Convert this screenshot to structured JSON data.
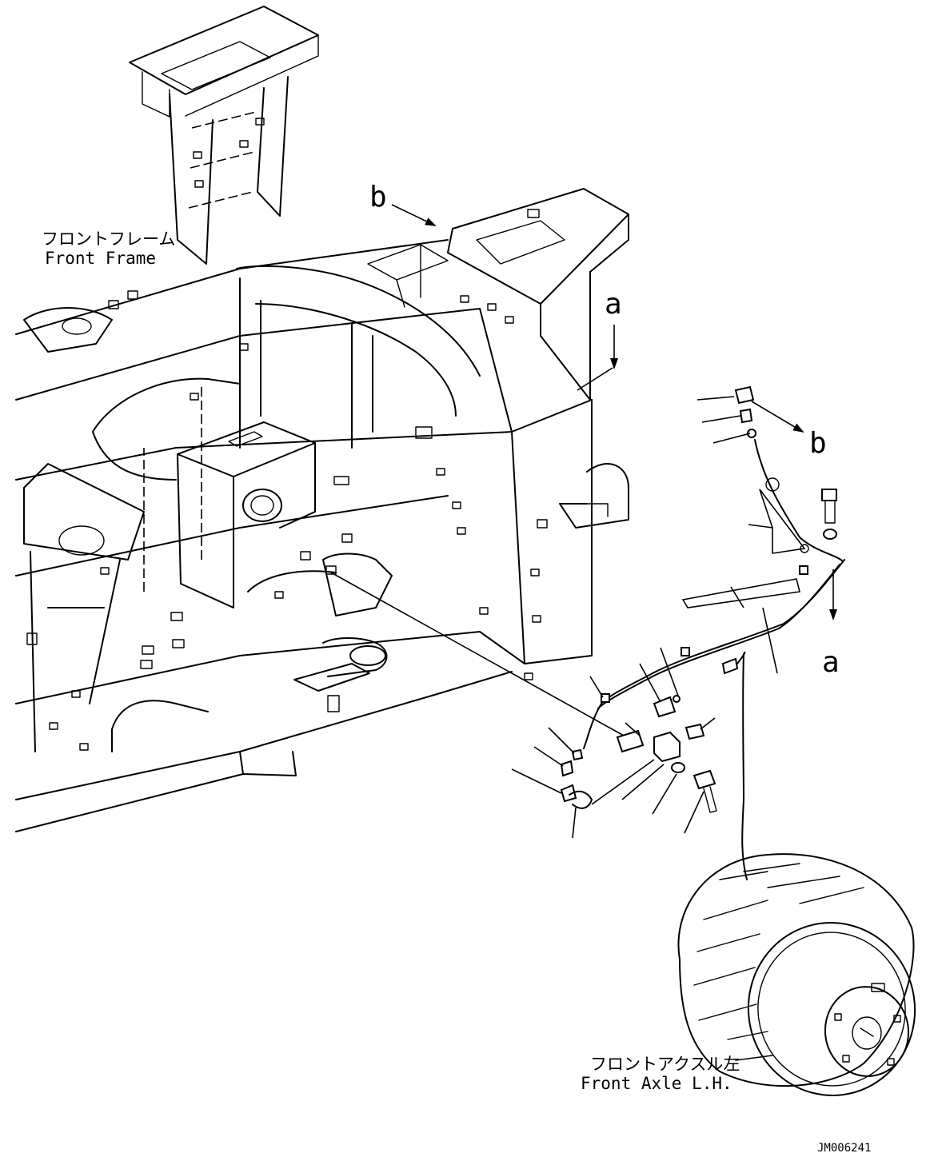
{
  "labels": {
    "front_frame_jp": "フロントフレーム",
    "front_frame_en": "Front Frame",
    "front_axle_jp": "フロントアクスル左",
    "front_axle_en": "Front Axle L.H.",
    "ref_a": "a",
    "ref_b": "b",
    "drawing_no": "JM006241"
  }
}
